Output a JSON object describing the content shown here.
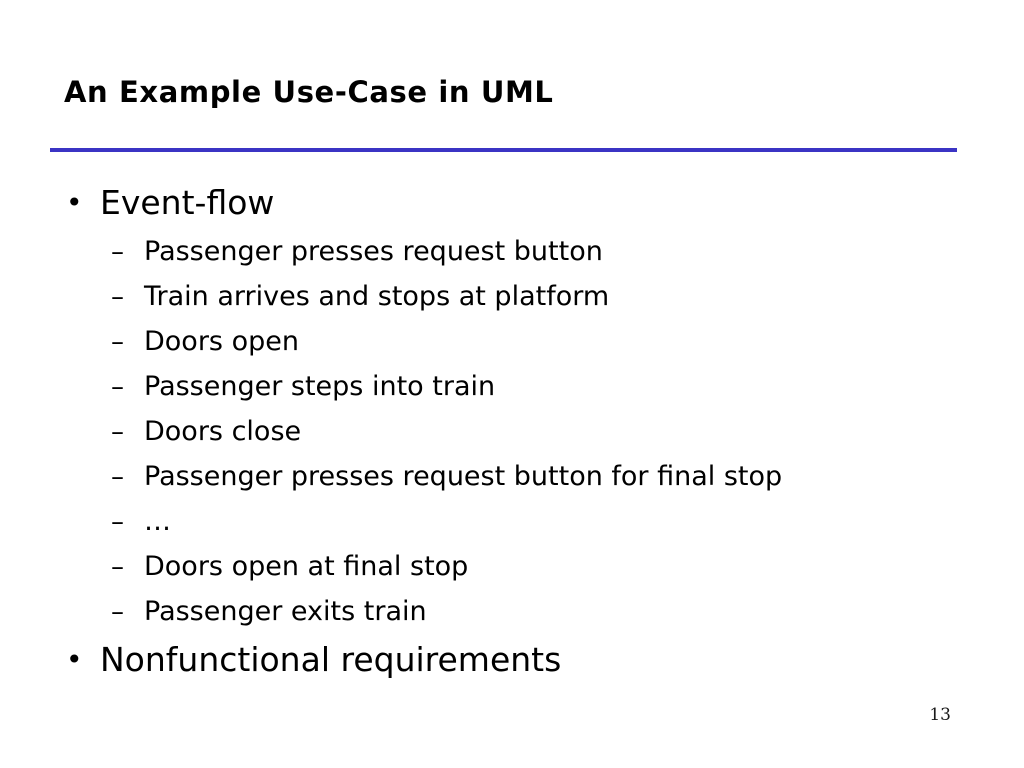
{
  "slide": {
    "title": "An Example Use-Case in UML",
    "page_number": "13",
    "rule_color": "#3b34c4",
    "text_color": "#000000",
    "background_color": "#ffffff",
    "bullet_marker_level1": "•",
    "bullet_marker_level2": "–",
    "content": [
      {
        "level": 1,
        "text": "Event-flow"
      },
      {
        "level": 2,
        "text": "Passenger presses request button"
      },
      {
        "level": 2,
        "text": "Train arrives and stops at platform"
      },
      {
        "level": 2,
        "text": "Doors open"
      },
      {
        "level": 2,
        "text": "Passenger steps into train"
      },
      {
        "level": 2,
        "text": "Doors close"
      },
      {
        "level": 2,
        "text": "Passenger presses request button for final stop"
      },
      {
        "level": 2,
        "text": "…"
      },
      {
        "level": 2,
        "text": "Doors open at final stop"
      },
      {
        "level": 2,
        "text": "Passenger exits train"
      },
      {
        "level": 1,
        "text": "Nonfunctional requirements"
      }
    ]
  }
}
